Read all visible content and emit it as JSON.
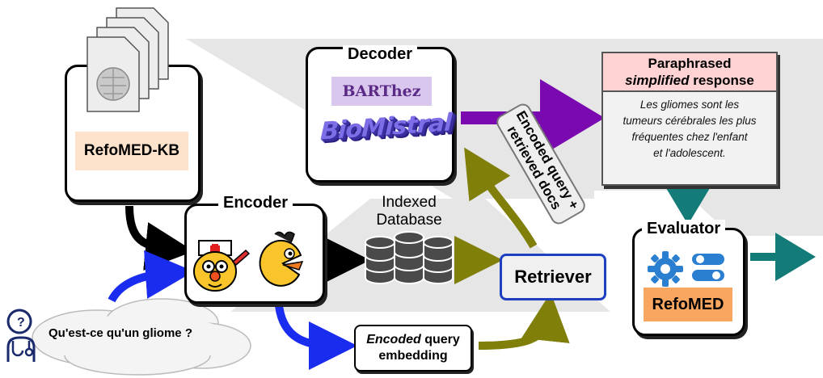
{
  "knowledge_base": {
    "label": "RefoMED-KB",
    "doc_icon": "wikipedia-docs-icon"
  },
  "decoder": {
    "title": "Decoder",
    "models": [
      "BARThez",
      "BioMistral"
    ]
  },
  "encoder": {
    "title": "Encoder",
    "icons": [
      "nurse-robot-icon",
      "pacman-bird-icon"
    ]
  },
  "database": {
    "label_line1": "Indexed",
    "label_line2": "Database"
  },
  "retriever": {
    "label": "Retriever"
  },
  "encoded_query_docs": {
    "line1": "Encoded query +",
    "line2": "retrieved docs"
  },
  "query_embedding": {
    "italic": "Encoded",
    "rest": " query",
    "line2": "embedding"
  },
  "question": {
    "text": "Qu'est-ce qu'un gliome ?",
    "icon": "stethoscope-user-icon"
  },
  "response": {
    "title_line1": "Paraphrased",
    "title_italic": "simplified",
    "title_rest": " response",
    "body_lines": [
      "Les gliomes sont les",
      "tumeurs cérébrales les plus",
      "fréquentes chez l'enfant",
      "et l'adolescent."
    ]
  },
  "evaluator": {
    "title": "Evaluator",
    "label": "RefoMED",
    "icons": [
      "gear-icon",
      "toggle-icon"
    ]
  },
  "colors": {
    "black_arrow": "#000000",
    "blue_arrow": "#1a2cf0",
    "olive_arrow": "#7f7f0a",
    "purple_arrow": "#7a0ab0",
    "teal_arrow": "#137c78",
    "retriever_border": "#1e3fbf",
    "refomed_fill": "#f9a661"
  }
}
